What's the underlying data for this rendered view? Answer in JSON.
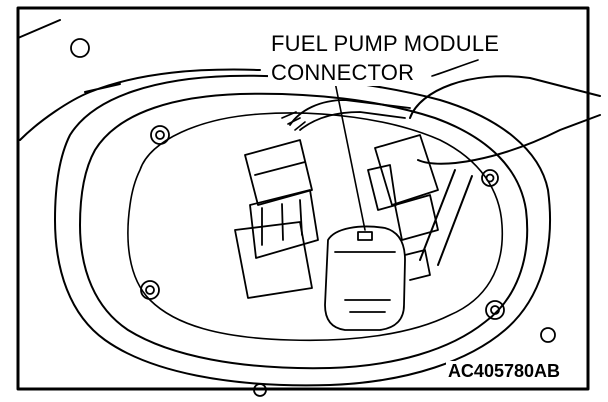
{
  "callout": {
    "line1": "FUEL PUMP MODULE",
    "line2": "CONNECTOR"
  },
  "figure_id": "AC405780AB",
  "colors": {
    "line": "#000000",
    "background": "#ffffff"
  }
}
